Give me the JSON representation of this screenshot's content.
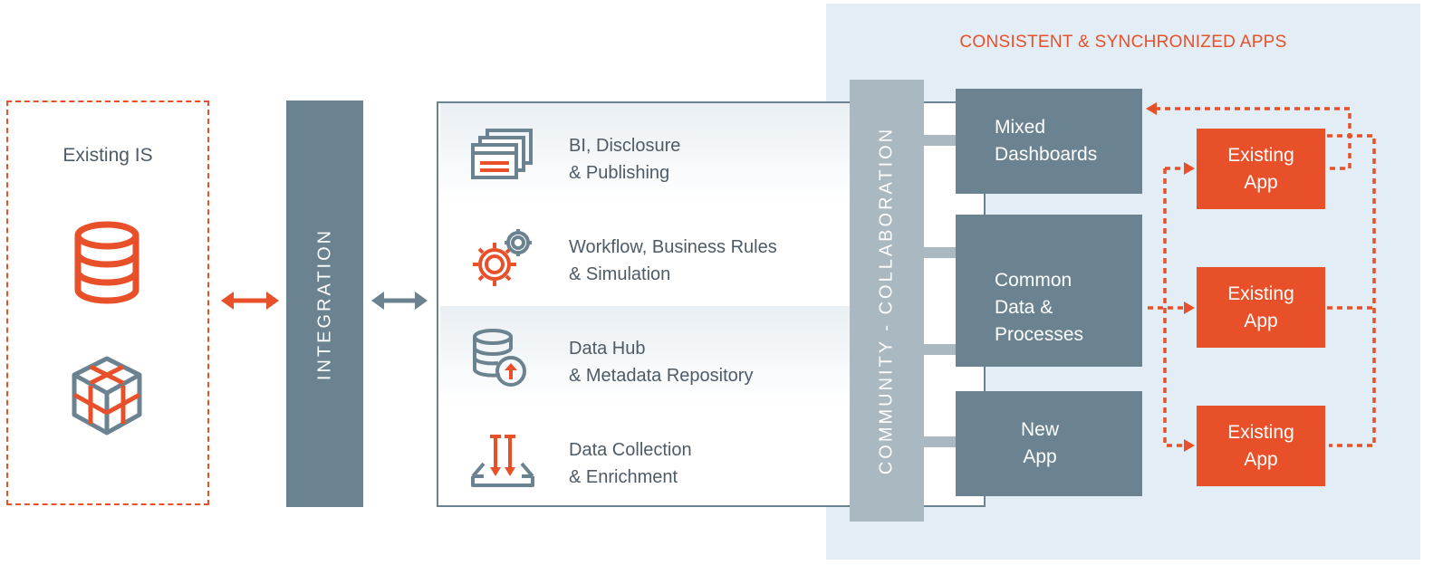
{
  "header": {
    "title": "CONSISTENT & SYNCHRONIZED APPS"
  },
  "existing_is": {
    "label": "Existing IS",
    "icons": [
      "database-icon",
      "cube-icon"
    ]
  },
  "integration": {
    "label": "INTEGRATION"
  },
  "capabilities": [
    {
      "line1": "BI, Disclosure",
      "line2": "& Publishing",
      "icon": "report-icon"
    },
    {
      "line1": "Workflow, Business Rules",
      "line2": "& Simulation",
      "icon": "gears-icon"
    },
    {
      "line1": "Data Hub",
      "line2": "& Metadata Repository",
      "icon": "database-upload-icon"
    },
    {
      "line1": "Data Collection",
      "line2": "& Enrichment",
      "icon": "collection-icon"
    }
  ],
  "community": {
    "label": "COMMUNITY - COLLABORATION"
  },
  "modules": [
    {
      "line1": "Mixed",
      "line2": "Dashboards"
    },
    {
      "line1": "Common",
      "line2": "Data &",
      "line3": "Processes"
    },
    {
      "line1": "New",
      "line2": "App"
    }
  ],
  "existing_apps": [
    {
      "line1": "Existing",
      "line2": "App"
    },
    {
      "line1": "Existing",
      "line2": "App"
    },
    {
      "line1": "Existing",
      "line2": "App"
    }
  ],
  "colors": {
    "accent": "#e8502a",
    "slate": "#6b8390",
    "light_slate": "#a9b8c1",
    "panel": "#e3edf6",
    "text": "#4e5b66"
  }
}
